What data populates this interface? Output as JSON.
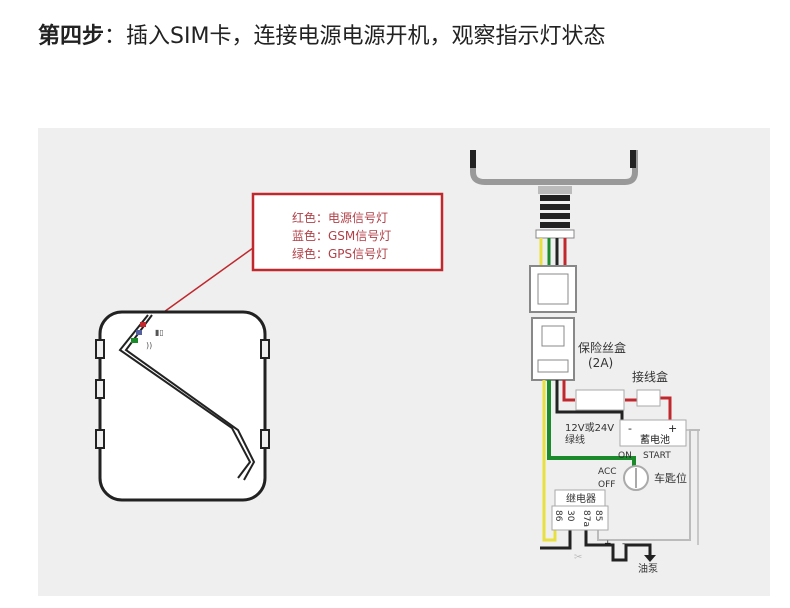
{
  "title": {
    "step": "第四步",
    "text": "：插入SIM卡，连接电源电源开机，观察指示灯状态"
  },
  "legend": {
    "red": "红色：电源信号灯",
    "blue": "蓝色：GSM信号灯",
    "green": "绿色：GPS信号灯"
  },
  "wiring": {
    "fuse_box": "保险丝盒",
    "fuse_rating": "(2A)",
    "junction_box": "接线盒",
    "battery": "蓄电池",
    "battery_minus": "-",
    "battery_plus": "+",
    "wire_label_1": "12V或24V",
    "wire_label_2": "绿线",
    "on": "ON",
    "start": "START",
    "acc": "ACC",
    "off": "OFF",
    "ignition": "车匙位",
    "relay": "继电器",
    "pin_86": "86",
    "pin_30": "30",
    "pin_87a": "87a",
    "pin_85": "85",
    "pump_plus": "+",
    "pump_minus": "-",
    "fuel_pump": "油泵"
  },
  "colors": {
    "red": "#c0282d",
    "green": "#1a8a2a",
    "yellow": "#e8e040",
    "panel": "#efefef"
  }
}
